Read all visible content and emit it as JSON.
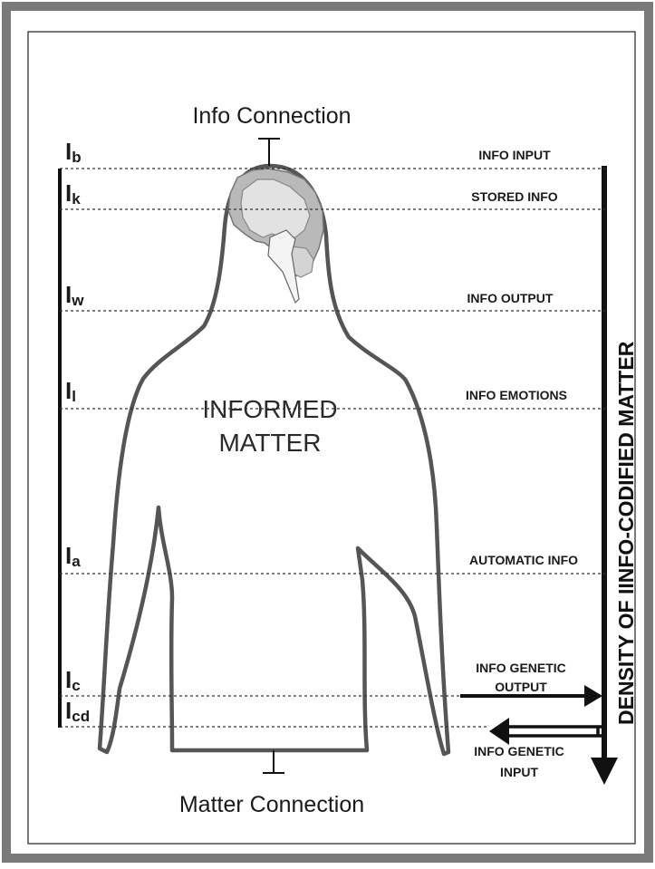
{
  "top_connection": "Info Connection",
  "bottom_connection": "Matter Connection",
  "body_label": [
    "INFORMED",
    "MATTER"
  ],
  "axis_title": "DENSITY OF IINFO-CODIFIED MATTER",
  "levels": [
    {
      "main": "I",
      "sub": "b",
      "label": [
        "INFO INPUT"
      ]
    },
    {
      "main": "I",
      "sub": "k",
      "label": [
        "STORED INFO"
      ]
    },
    {
      "main": "I",
      "sub": "w",
      "label": [
        "INFO OUTPUT"
      ]
    },
    {
      "main": "I",
      "sub": "l",
      "label": [
        "INFO EMOTIONS"
      ]
    },
    {
      "main": "I",
      "sub": "a",
      "label": [
        "AUTOMATIC INFO"
      ]
    },
    {
      "main": "I",
      "sub": "c",
      "label": [
        "INFO GENETIC",
        "OUTPUT"
      ]
    },
    {
      "main": "I",
      "sub": "cd",
      "label": [
        "INFO GENETIC",
        "INPUT"
      ]
    }
  ],
  "colors": {
    "frame": "#7a7a7a",
    "silhouette_stroke": "#555555",
    "brain_outer": "#b9b9b9",
    "brain_inner": "#e2e2e2",
    "ink": "#111111"
  }
}
